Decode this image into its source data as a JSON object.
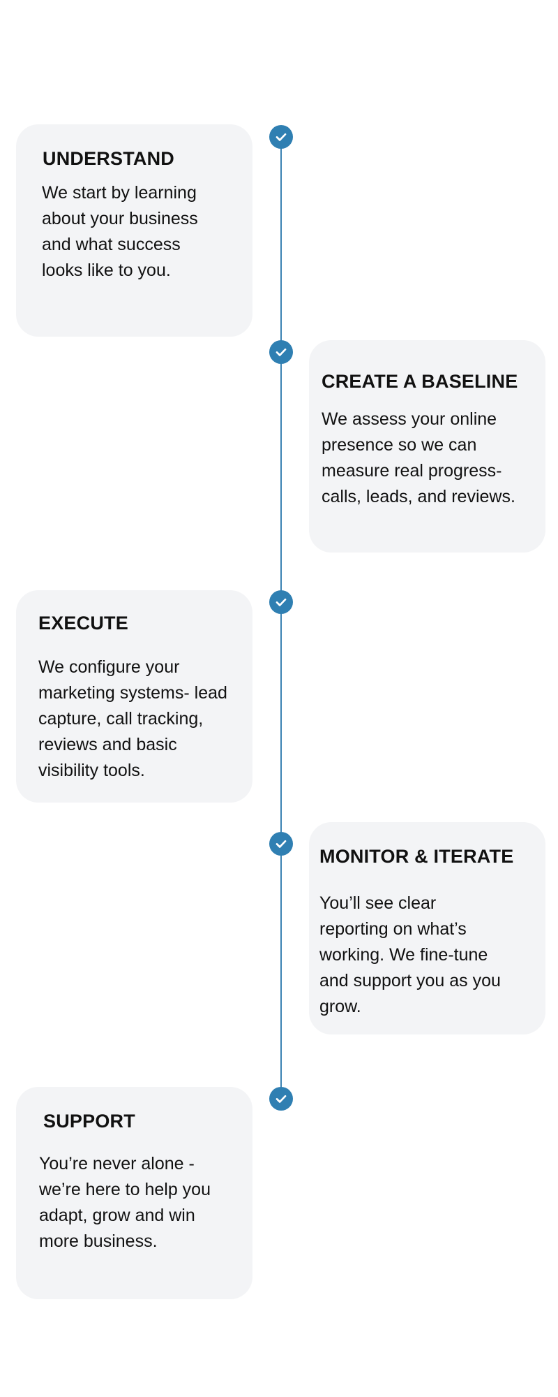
{
  "colors": {
    "accent": "#2f7fb2",
    "card_background": "#f3f4f6",
    "text": "#111111"
  },
  "timeline": {
    "steps": [
      {
        "title": "UNDERSTAND",
        "description": "We start by learning\nabout your business\nand what success\nlooks like to you.",
        "icon": "check-icon"
      },
      {
        "title": "CREATE A BASELINE",
        "description": "We assess your online\npresence so we can\nmeasure real progress-\ncalls, leads, and reviews.",
        "icon": "check-icon"
      },
      {
        "title": "EXECUTE",
        "description": "We configure your\nmarketing systems- lead\ncapture, call tracking,\nreviews and basic\nvisibility tools.",
        "icon": "check-icon"
      },
      {
        "title": "MONITOR & ITERATE",
        "description": "You’ll see clear\nreporting on what’s\nworking. We fine-tune\nand support you as you\ngrow.",
        "icon": "check-icon"
      },
      {
        "title": "SUPPORT",
        "description": "You’re never alone -\nwe’re here to help you\nadapt, grow and win\nmore business.",
        "icon": "check-icon"
      }
    ]
  }
}
